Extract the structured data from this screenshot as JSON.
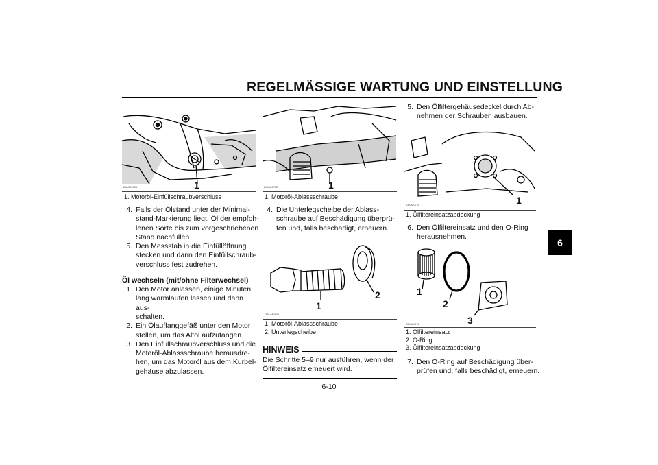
{
  "header": {
    "title": "REGELMÄSSIGE WARTUNG UND EINSTELLUNG"
  },
  "section_tab": "6",
  "page_number": "6-10",
  "column1": {
    "figure": {
      "code": "ZAUM0701",
      "callouts": [
        "1"
      ]
    },
    "caption": [
      {
        "n": "1.",
        "text": "Motoröl-Einfüllschraubverschluss"
      }
    ],
    "steps_a": [
      {
        "n": "4.",
        "lines": [
          "Falls der Ölstand unter der Minimal-",
          "stand-Markierung liegt, Öl der empfoh-",
          "lenen Sorte bis zum vorgeschriebenen",
          "Stand nachfüllen."
        ]
      },
      {
        "n": "5.",
        "lines": [
          "Den Messstab in die Einfüllöffnung",
          "stecken und dann den Einfüllschraub-",
          "verschluss fest zudrehen."
        ]
      }
    ],
    "section_heading": "Öl wechseln (mit/ohne Filterwechsel)",
    "steps_b": [
      {
        "n": "1.",
        "lines": [
          "Den Motor anlassen, einige Minuten",
          "lang warmlaufen lassen und dann aus-",
          "schalten."
        ]
      },
      {
        "n": "2.",
        "lines": [
          "Ein Ölauffanggefäß unter den Motor",
          "stellen, um das Altöl aufzufangen."
        ]
      },
      {
        "n": "3.",
        "lines": [
          "Den Einfüllschraubverschluss und die",
          "Motoröl-Ablassschraube herausdre-",
          "hen, um das Motoröl aus dem Kurbel-",
          "gehäuse abzulassen."
        ]
      }
    ]
  },
  "column2": {
    "figure1": {
      "code": "ZAUM0702",
      "callouts": [
        "1"
      ]
    },
    "caption1": [
      {
        "n": "1.",
        "text": "Motoröl-Ablassschraube"
      }
    ],
    "step": {
      "n": "4.",
      "lines": [
        "Die Unterlegscheibe der Ablass-",
        "schraube auf Beschädigung überprü-",
        "fen und, falls beschädigt, erneuern."
      ]
    },
    "figure2": {
      "code": "ZAUM0106",
      "callouts": [
        "1",
        "2"
      ]
    },
    "caption2": [
      {
        "n": "1.",
        "text": "Motoröl-Ablassschraube"
      },
      {
        "n": "2.",
        "text": "Unterlegscheibe"
      }
    ],
    "note": {
      "heading": "HINWEIS",
      "lines": [
        "Die Schritte 5–9 nur ausführen, wenn der",
        "Ölfiltereinsatz erneuert wird."
      ]
    }
  },
  "column3": {
    "step5": {
      "n": "5.",
      "lines": [
        "Den Ölfiltergehäusedeckel durch Ab-",
        "nehmen der Schrauben ausbauen."
      ]
    },
    "figure1": {
      "code": "ZAUM0711",
      "callouts": [
        "1"
      ]
    },
    "caption1": [
      {
        "n": "1.",
        "text": "Ölfiltereinsatzabdeckung"
      }
    ],
    "step6": {
      "n": "6.",
      "lines": [
        "Den Ölfiltereinsatz und den O-Ring",
        "herausnehmen."
      ]
    },
    "figure2": {
      "code": "ZAUM0712",
      "callouts": [
        "1",
        "2",
        "3"
      ]
    },
    "caption2": [
      {
        "n": "1.",
        "text": "Ölfiltereinsatz"
      },
      {
        "n": "2.",
        "text": "O-Ring"
      },
      {
        "n": "3.",
        "text": "Ölfiltereinsatzabdeckung"
      }
    ],
    "step7": {
      "n": "7.",
      "lines": [
        "Den O-Ring auf Beschädigung über-",
        "prüfen und, falls beschädigt, erneuern."
      ]
    }
  }
}
